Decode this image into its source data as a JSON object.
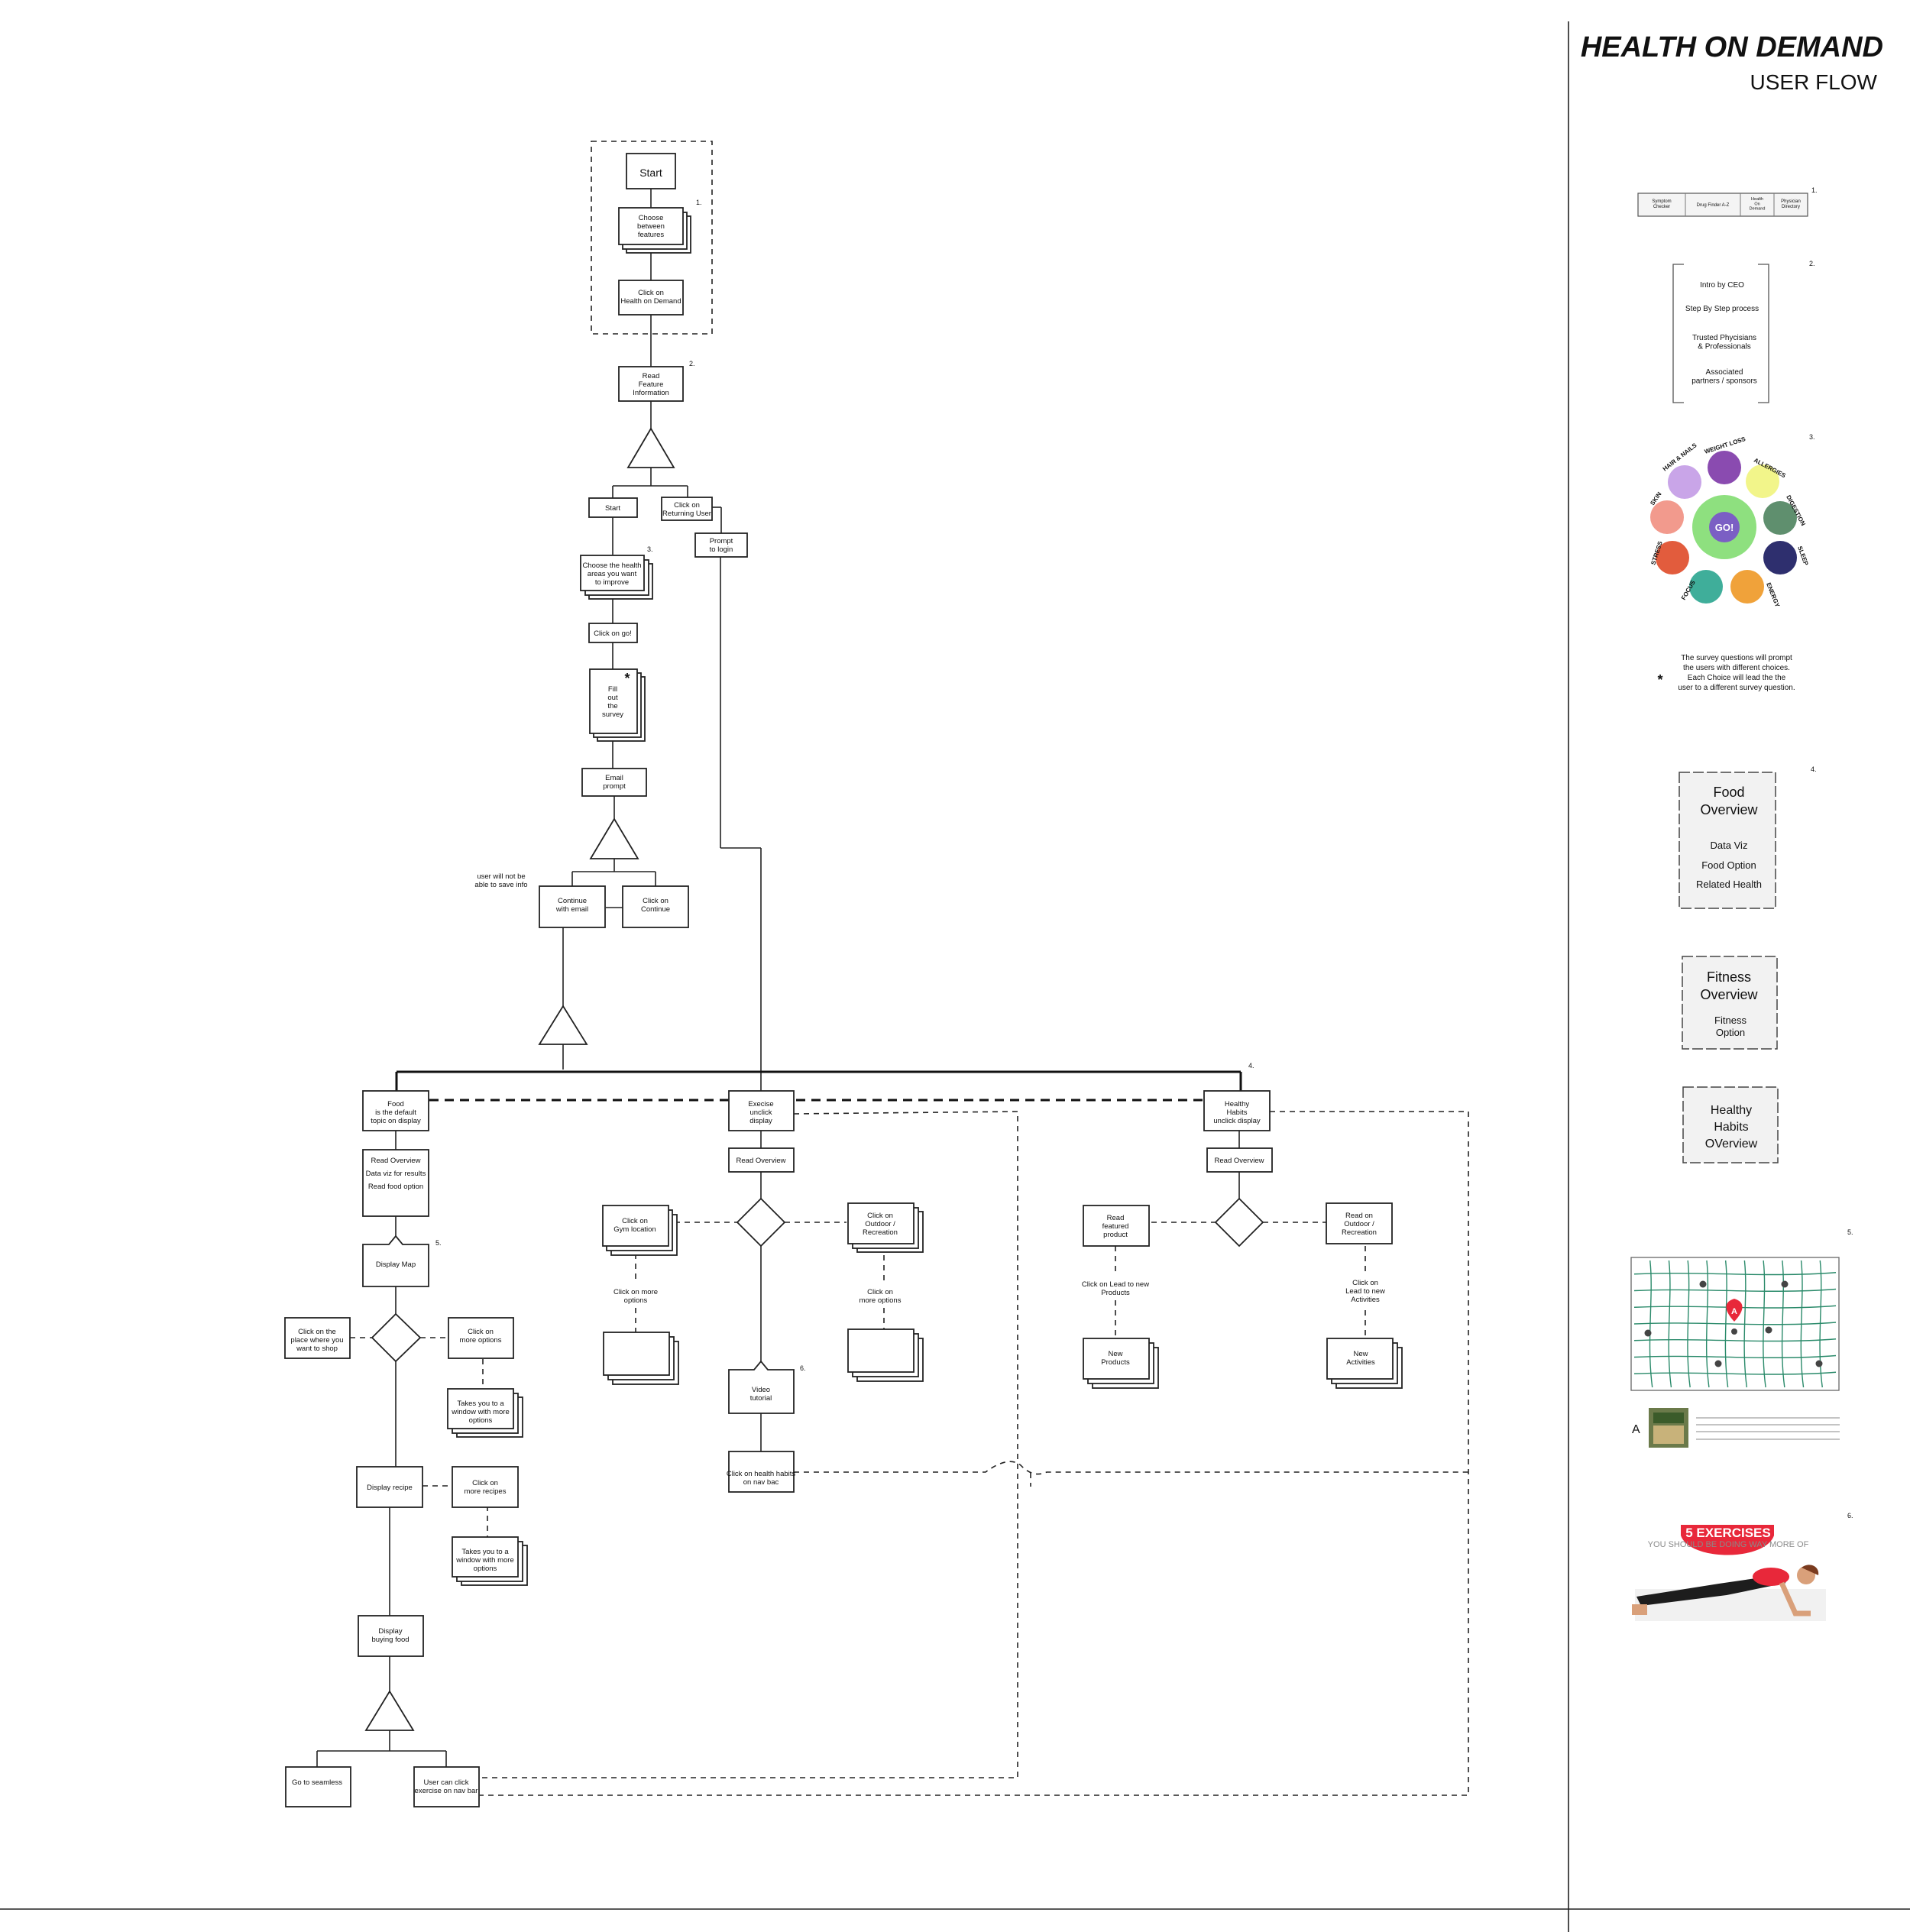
{
  "header": {
    "title": "HEALTH ON DEMAND",
    "subtitle": "USER FLOW"
  },
  "flow": {
    "start": "Start",
    "choose_features": "Choose|between|features",
    "click_hod": "Click on|Health on Demand",
    "read_feature": "Read|Feature|Information",
    "start2": "Start",
    "returning_user": "Click on|Returning User",
    "prompt_login": "Prompt|to login",
    "choose_health": "Choose the health|areas you want|to improve",
    "click_go": "Click on go!",
    "fill_survey": "Fill|out|the|survey",
    "email_prompt": "Email|prompt",
    "save_note": "user will not be|able to save info",
    "continue_email": "Continue|with email",
    "click_continue": "Click on|Continue",
    "food": "Food|is the default|topic on display",
    "food_overview": "Read Overview|Data viz for results||Read food option",
    "display_map": "Display Map",
    "click_place": "Click on the|place where you|want to shop",
    "more_options_food": "Click on|more options",
    "takes_window_1": "Takes you to a|window with more|options",
    "display_recipe": "Display recipe",
    "more_recipes": "Click on|more recipes",
    "takes_window_2": "Takes you to a|window with more|options",
    "display_buying": "Display|buying food",
    "go_seamless": "Go to seamless",
    "user_can_click": "User can click|exercise on nav bar",
    "exercise": "Execise|unclick|display",
    "read_overview_ex": "Read Overview",
    "gym": "Click on|Gym location",
    "outdoor_ex": "Click on|Outdoor /|Recreation",
    "more_options_gym": "Click on more|options",
    "more_options_out": "Click on|more options",
    "video": "Video|tutorial",
    "nav_habits": "Click on health habits|on nav bac",
    "habits": "Healthy|Habits|unclick display",
    "read_overview_hab": "Read Overview",
    "featured": "Read|featured|product",
    "outdoor_hab": "Read on|Outdoor /|Recreation",
    "lead_products": "Click on Lead to new|Products",
    "lead_activities": "Click on|Lead to new|Activities",
    "new_products": "New|Products",
    "new_activities": "New|Activities"
  },
  "step_numbers": {
    "s1": "1.",
    "s2": "2.",
    "s3": "3.",
    "s4": "4.",
    "s5": "5.",
    "s6": "6.",
    "r1": "1.",
    "r2": "2.",
    "r3": "3.",
    "r4": "4.",
    "r5": "5.",
    "r6": "6."
  },
  "asterisk": "*",
  "panel": {
    "nav_tabs": [
      "Symptom|Checker",
      "Drug Finder A-Z",
      "Health|On|Demand",
      "Physician|Directory"
    ],
    "intro_items": [
      "Intro by CEO",
      "Step By Step process",
      "Trusted Phycisians|& Professionals",
      "Associated|partners / sponsors"
    ],
    "wheel_center": "GO!",
    "wheel_labels": [
      "HAIR & NAILS",
      "WEIGHT LOSS",
      "ALLERGIES",
      "DIGESTION",
      "SLEEP",
      "ENERGY",
      "FOCUS",
      "STRESS",
      "SKIN"
    ],
    "survey_note": "The survey questions will prompt|the users with different choices.||Each Choice will lead the the|user to a different survey question.",
    "food_card": {
      "title": "Food|Overview",
      "items": [
        "Data Viz",
        "Food Option",
        "Related Health"
      ]
    },
    "fitness_card": {
      "title": "Fitness|Overview",
      "items": [
        "Fitness|Option"
      ]
    },
    "habits_card": {
      "title": "Healthy|Habits|OVerview"
    },
    "map_marker": "A",
    "map_legend": "A",
    "exercise_banner": {
      "headline": "5 EXERCISES",
      "subline": "YOU SHOULD BE DOING WAY MORE OF"
    }
  },
  "colors": {
    "ink": "#222222",
    "go_green": "#8ee07f",
    "go_purple": "#7b5fc4",
    "banner_red": "#e8283a",
    "map_grid": "#2a8a6a",
    "card_fill": "#f2f2f2"
  },
  "icons": {
    "wheel_icons": [
      "hair-nails-icon",
      "weight-loss-icon",
      "allergies-icon",
      "digestion-icon",
      "sleep-icon",
      "energy-icon",
      "focus-icon",
      "stress-icon",
      "skin-icon"
    ]
  }
}
